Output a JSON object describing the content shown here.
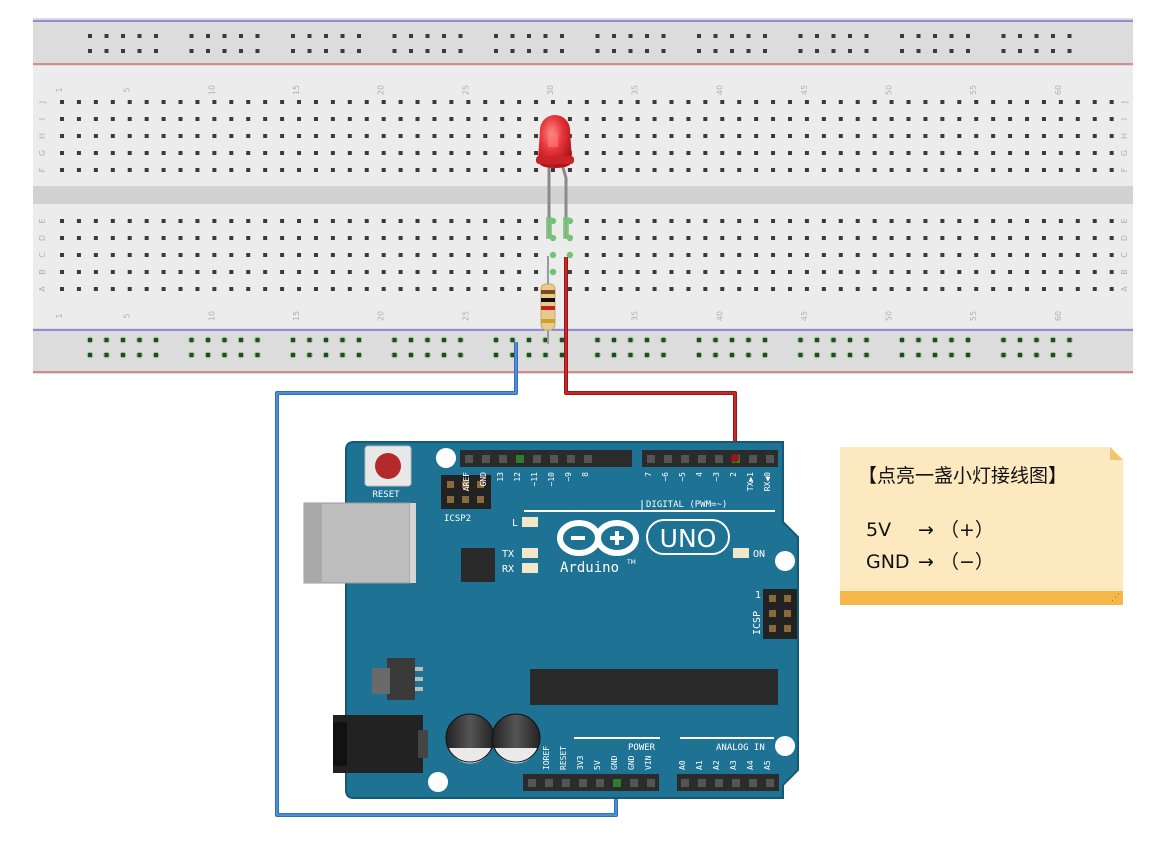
{
  "breadboard": {
    "column_numbers": [
      "1",
      "5",
      "10",
      "15",
      "20",
      "25",
      "30",
      "35",
      "40",
      "45",
      "50",
      "55",
      "60"
    ],
    "row_letters_top": [
      "J",
      "I",
      "H",
      "G",
      "F"
    ],
    "row_letters_bottom": [
      "E",
      "D",
      "C",
      "B",
      "A"
    ]
  },
  "arduino": {
    "reset_label": "RESET",
    "icsp2_label": "ICSP2",
    "icsp_label": "ICSP",
    "icsp_pin1": "1",
    "led_labels": {
      "l": "L",
      "tx": "TX",
      "rx": "RX",
      "on": "ON"
    },
    "logo_text": "Arduino",
    "logo_tm": "TM",
    "model": "UNO",
    "digital_label": "DIGITAL (PWM=~)",
    "digital_pins_left": [
      "AREF",
      "GND",
      "13",
      "12",
      "~11",
      "~10",
      "~9",
      "8"
    ],
    "digital_pins_right": [
      "7",
      "~6",
      "~5",
      "4",
      "~3",
      "2",
      "TX▶1",
      "RX◀0"
    ],
    "power_label": "POWER",
    "analog_label": "ANALOG IN",
    "power_pins": [
      "IOREF",
      "RESET",
      "3V3",
      "5V",
      "GND",
      "GND",
      "VIN"
    ],
    "analog_pins": [
      "A0",
      "A1",
      "A2",
      "A3",
      "A4",
      "A5"
    ]
  },
  "note": {
    "title": "【点亮一盏小灯接线图】",
    "line1_label": "5V",
    "line1_value": "→ （+）",
    "line2_label": "GND",
    "line2_value": "→ （−）"
  },
  "colors": {
    "breadboard": "#e6e6e6",
    "board": "#1e7394",
    "red_wire": "#c41e1e",
    "blue_wire": "#3a7dc9",
    "led": "#e8353a",
    "note": "#fde9c0",
    "note_bar": "#f5b64a"
  }
}
